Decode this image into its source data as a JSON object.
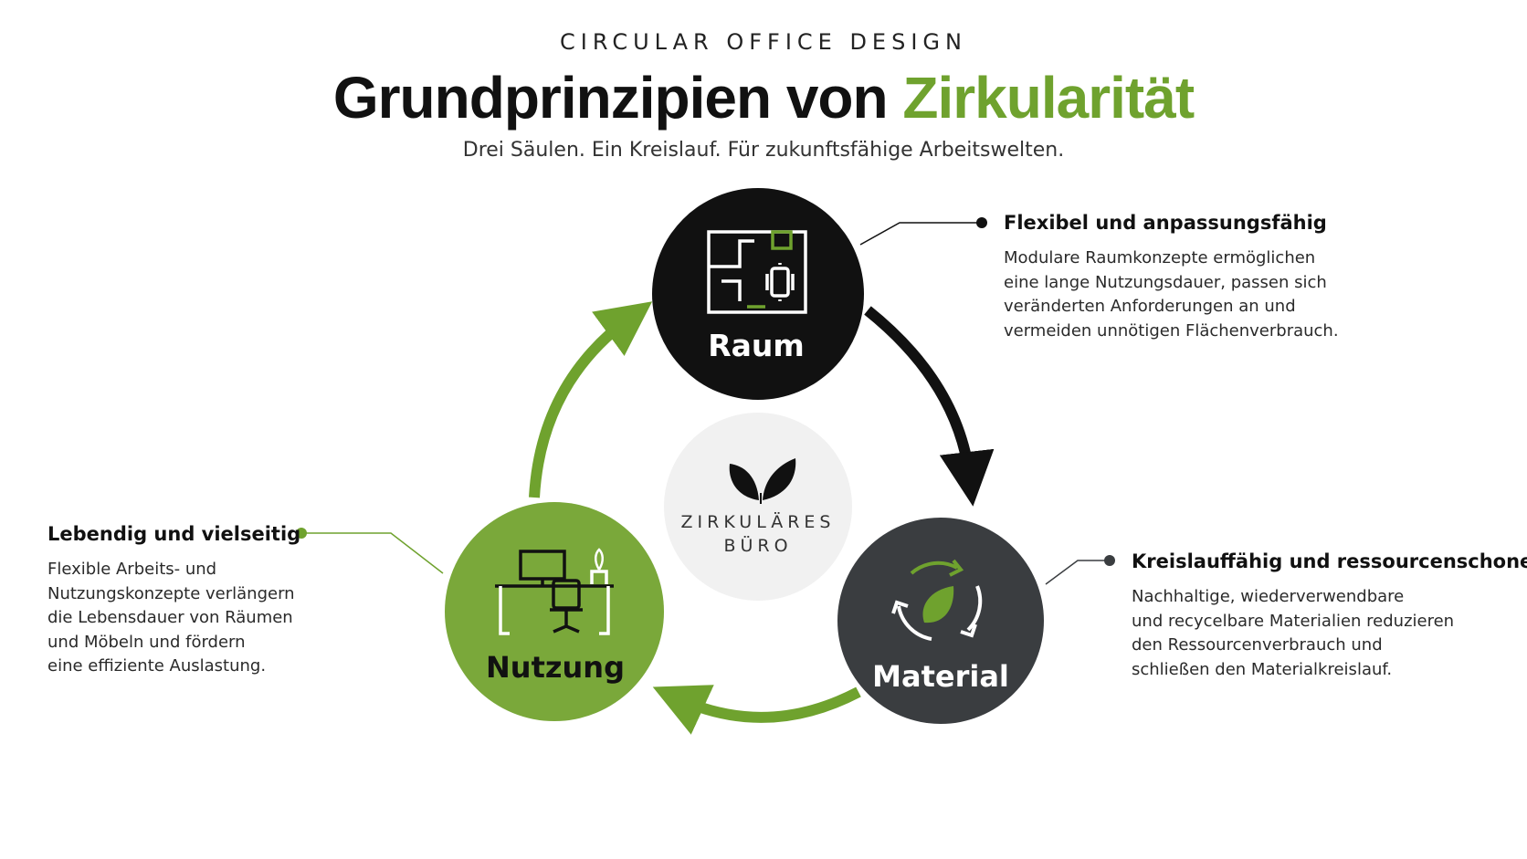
{
  "header": {
    "overline": "CIRCULAR OFFICE DESIGN",
    "title_main": "Grundprinzipien von ",
    "title_accent": "Zirkularität",
    "subtitle": "Drei Säulen. Ein Kreislauf. Für zukunftsfähige Arbeitswelten."
  },
  "colors": {
    "accent_green": "#6fa22e",
    "black": "#111111",
    "charcoal": "#3a3d40",
    "center_gray": "#f1f1f1"
  },
  "center": {
    "line1": "ZIRKULÄRES",
    "line2": "BÜRO",
    "icon": "leaves-icon"
  },
  "pillars": [
    {
      "id": "raum",
      "label": "Raum",
      "icon": "floor-plan-icon",
      "heading": "Flexibel und anpassungsfähig",
      "text": "Modulare Raumkonzepte ermöglichen\neine lange Nutzungsdauer, passen sich\nveränderten Anforderungen an und\nvermeiden unnötigen Flächenverbrauch."
    },
    {
      "id": "material",
      "label": "Material",
      "icon": "recycle-leaf-icon",
      "heading": "Kreislauffähig und ressourcenschonend",
      "text": "Nachhaltige, wiederverwendbare\nund recycelbare Materialien reduzieren\nden Ressourcenverbrauch und\nschließen den Materialkreislauf."
    },
    {
      "id": "nutzung",
      "label": "Nutzung",
      "icon": "desk-chair-icon",
      "heading": "Lebendig und vielseitig",
      "text": "Flexible Arbeits- und\nNutzungskonzepte verlängern\ndie Lebensdauer von Räumen\nund Möbeln und fördern\neine effiziente Auslastung."
    }
  ]
}
